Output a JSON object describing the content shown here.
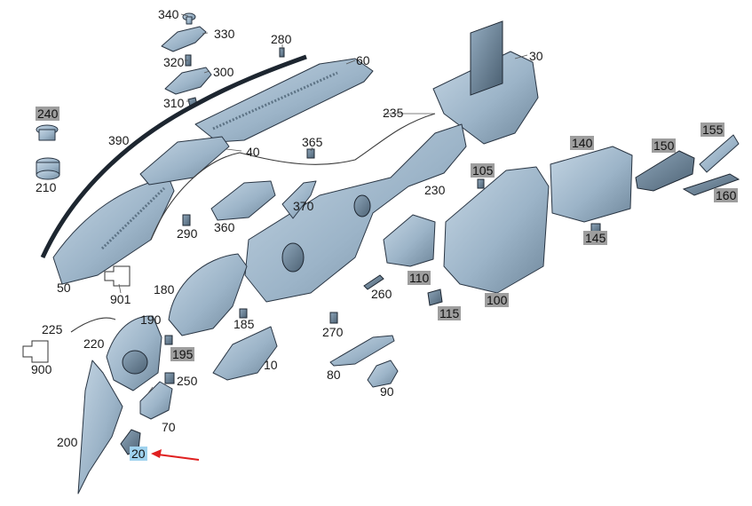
{
  "parts": [
    {
      "id": "p340",
      "label": "340",
      "style": "plain"
    },
    {
      "id": "p330",
      "label": "330",
      "style": "plain"
    },
    {
      "id": "p320",
      "label": "320",
      "style": "plain"
    },
    {
      "id": "p300",
      "label": "300",
      "style": "plain"
    },
    {
      "id": "p310",
      "label": "310",
      "style": "plain"
    },
    {
      "id": "p280",
      "label": "280",
      "style": "plain"
    },
    {
      "id": "p60",
      "label": "60",
      "style": "plain"
    },
    {
      "id": "p30",
      "label": "30",
      "style": "plain"
    },
    {
      "id": "p240",
      "label": "240",
      "style": "boxed"
    },
    {
      "id": "p210",
      "label": "210",
      "style": "plain"
    },
    {
      "id": "p390",
      "label": "390",
      "style": "plain"
    },
    {
      "id": "p235",
      "label": "235",
      "style": "plain"
    },
    {
      "id": "p365",
      "label": "365",
      "style": "plain"
    },
    {
      "id": "p40",
      "label": "40",
      "style": "plain"
    },
    {
      "id": "p140",
      "label": "140",
      "style": "boxed"
    },
    {
      "id": "p150",
      "label": "150",
      "style": "boxed"
    },
    {
      "id": "p155",
      "label": "155",
      "style": "boxed"
    },
    {
      "id": "p105",
      "label": "105",
      "style": "boxed"
    },
    {
      "id": "p230",
      "label": "230",
      "style": "plain"
    },
    {
      "id": "p160",
      "label": "160",
      "style": "boxed"
    },
    {
      "id": "p370",
      "label": "370",
      "style": "plain"
    },
    {
      "id": "p360",
      "label": "360",
      "style": "plain"
    },
    {
      "id": "p290",
      "label": "290",
      "style": "plain"
    },
    {
      "id": "p145",
      "label": "145",
      "style": "boxed"
    },
    {
      "id": "p50",
      "label": "50",
      "style": "plain"
    },
    {
      "id": "p901",
      "label": "901",
      "style": "plain"
    },
    {
      "id": "p180",
      "label": "180",
      "style": "plain"
    },
    {
      "id": "p110",
      "label": "110",
      "style": "boxed"
    },
    {
      "id": "p260",
      "label": "260",
      "style": "plain"
    },
    {
      "id": "p100",
      "label": "100",
      "style": "boxed"
    },
    {
      "id": "p115",
      "label": "115",
      "style": "boxed"
    },
    {
      "id": "p225",
      "label": "225",
      "style": "plain"
    },
    {
      "id": "p190",
      "label": "190",
      "style": "plain"
    },
    {
      "id": "p185",
      "label": "185",
      "style": "plain"
    },
    {
      "id": "p270",
      "label": "270",
      "style": "plain"
    },
    {
      "id": "p220",
      "label": "220",
      "style": "plain"
    },
    {
      "id": "p195",
      "label": "195",
      "style": "boxed"
    },
    {
      "id": "p900",
      "label": "900",
      "style": "plain"
    },
    {
      "id": "p10",
      "label": "10",
      "style": "plain"
    },
    {
      "id": "p80",
      "label": "80",
      "style": "plain"
    },
    {
      "id": "p250",
      "label": "250",
      "style": "plain"
    },
    {
      "id": "p90",
      "label": "90",
      "style": "plain"
    },
    {
      "id": "p70",
      "label": "70",
      "style": "plain"
    },
    {
      "id": "p200",
      "label": "200",
      "style": "plain"
    },
    {
      "id": "p20",
      "label": "20",
      "style": "highlight"
    }
  ],
  "highlight": {
    "label": "20",
    "arrow_color": "#e02020"
  },
  "colors": {
    "part_light": "#a9c0d3",
    "part_dark": "#5f7689",
    "boxed_bg": "#9e9e9e",
    "highlight_bg": "#9fd2ee"
  }
}
